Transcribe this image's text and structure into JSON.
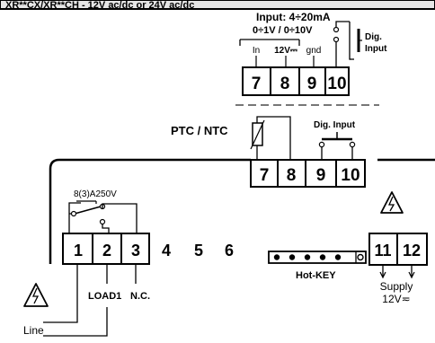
{
  "header": {
    "text": "XR**CX/XR**CH - 12V ac/dc or 24V ac/dc"
  },
  "top_block": {
    "input_title": "Input: 4÷20mA",
    "input_sub": "0÷1V / 0÷10V",
    "pin_labels": [
      "In",
      "12V⎓",
      "gnd"
    ],
    "dig_label_1": "Dig.",
    "dig_label_2": "Input",
    "terminals": [
      "7",
      "8",
      "9",
      "10"
    ]
  },
  "probe_block": {
    "ptc_label": "PTC / NTC",
    "dig_input_label": "Dig. Input",
    "terminals": [
      "7",
      "8",
      "9",
      "10"
    ]
  },
  "main_block": {
    "relay_rating": "8(3)A250V",
    "terminals_left": [
      "1",
      "2",
      "3"
    ],
    "terminals_free": [
      "4",
      "5",
      "6"
    ],
    "terminals_supply": [
      "11",
      "12"
    ],
    "hotkey_label": "Hot-KEY",
    "load_label": "LOAD1",
    "nc_label": "N.C.",
    "line_label": "Line",
    "supply_label": "Supply",
    "supply_voltage": "12V≂"
  },
  "warnings": {
    "icon": "electric-hazard-icon"
  }
}
